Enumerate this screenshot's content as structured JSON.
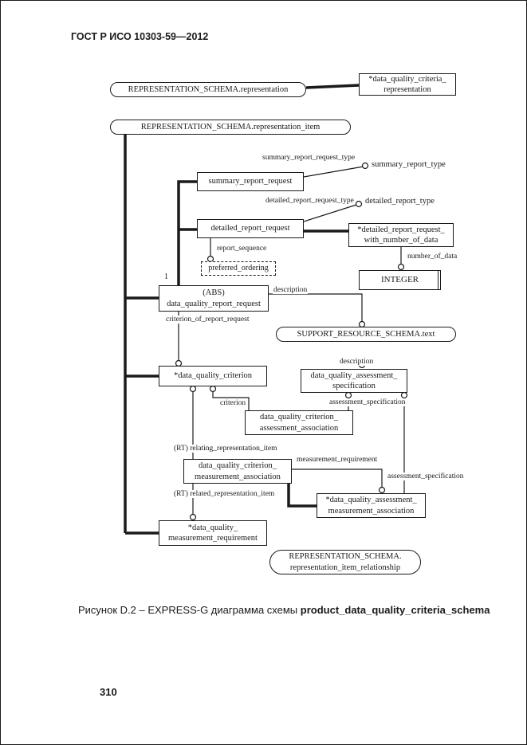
{
  "page": {
    "header": "ГОСТ Р ИСО 10303-59—2012",
    "caption": {
      "regular": "Рисунок D.2 – EXPRESS-G диаграмма схемы ",
      "bold": "product_data_quality_criteria_schema"
    },
    "page_number": "310"
  },
  "diagram": {
    "schema_refs": {
      "representation": "REPRESENTATION_SCHEMA.representation",
      "representation_item": "REPRESENTATION_SCHEMA.representation_item",
      "support_resource_text": "SUPPORT_RESOURCE_SCHEMA.text",
      "rep_item_relationship": {
        "line1": "REPRESENTATION_SCHEMA.",
        "line2": "representation_item_relationship"
      }
    },
    "entities": {
      "dq_criteria_representation": {
        "line1": "*data_quality_criteria_",
        "line2": "representation"
      },
      "summary_report_request": {
        "line1": "summary_report_request"
      },
      "detailed_report_request": {
        "line1": "detailed_report_request"
      },
      "detailed_with_number": {
        "line1": "*detailed_report_request_",
        "line2": "with_number_of_data"
      },
      "integer_type": {
        "line1": "INTEGER"
      },
      "preferred_ordering": {
        "line1": "preferred_ordering"
      },
      "abs_report_request": {
        "line1": "(ABS)",
        "line2": "data_quality_report_request"
      },
      "dq_criterion": {
        "line1": "*data_quality_criterion"
      },
      "dq_assessment_specification": {
        "line1": "data_quality_assessment_",
        "line2": "specification"
      },
      "dq_criterion_assessment_association": {
        "line1": "data_quality_criterion_",
        "line2": "assessment_association"
      },
      "dq_criterion_measurement_association": {
        "line1": "data_quality_criterion_",
        "line2": "measurement_association"
      },
      "dq_assessment_measurement_association": {
        "line1": "*data_quality_assessment_",
        "line2": "measurement_association"
      },
      "dq_measurement_requirement": {
        "line1": "*data_quality_",
        "line2": "measurement_requirement"
      }
    },
    "labels": {
      "summary_report_request_type": "summary_report_request_type",
      "summary_report_type": "summary_report_type",
      "detailed_report_request_type": "detailed_report_request_type",
      "detailed_report_type": "detailed_report_type",
      "report_sequence": "report_sequence",
      "number_of_data": "number_of_data",
      "description_report": "description",
      "criterion_of_report_request": "criterion_of_report_request",
      "oneof_marker": "1",
      "description_spec": "description",
      "criterion": "criterion",
      "assessment_specification_a": "assessment_specification",
      "rt_relating_representation_item": "(RT) relating_representation_item",
      "measurement_requirement": "measurement_requirement",
      "assessment_specification_b": "assessment_specification",
      "rt_related_representation_item": "(RT) related_representation_item"
    }
  }
}
